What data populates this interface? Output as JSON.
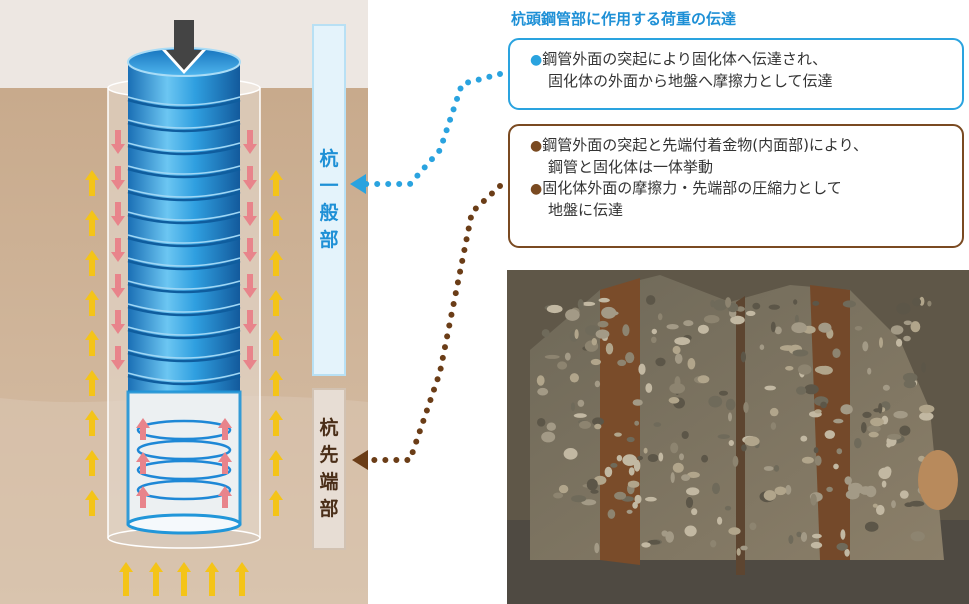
{
  "labels": {
    "pile_general": [
      "杭",
      "一",
      "般",
      "部"
    ],
    "pile_tip": [
      "杭",
      "先",
      "端",
      "部"
    ]
  },
  "title": "杭頭鋼管部に作用する荷重の伝達",
  "callouts": [
    {
      "color": "#2aa3df",
      "lines": [
        {
          "bullet": "●",
          "text": "鋼管外面の突起により固化体へ伝達され、"
        },
        {
          "bullet": "",
          "text": "固化体の外面から地盤へ摩擦力として伝達"
        }
      ]
    },
    {
      "color": "#7a4a21",
      "lines": [
        {
          "bullet": "●",
          "text": "鋼管外面の突起と先端付着金物(内面部)により、"
        },
        {
          "bullet": "",
          "text": "鋼管と固化体は一体挙動"
        },
        {
          "bullet": "●",
          "text": "固化体外面の摩擦力・先端部の圧縮力として"
        },
        {
          "bullet": "",
          "text": "地盤に伝達"
        }
      ]
    }
  ],
  "colors": {
    "sky": "#ede7e2",
    "soil": "#cfb397",
    "steel_pipe": "#2196d9",
    "friction_arrow": "#f4c418",
    "transfer_arrow": "#e8848b",
    "accent_blue": "#2aa3df",
    "accent_brown": "#7a4a21"
  },
  "icons": {
    "load_arrow": "down-arrow-icon",
    "callout_pointer_blue": "left-arrow-icon",
    "callout_pointer_brown": "left-arrow-icon"
  }
}
